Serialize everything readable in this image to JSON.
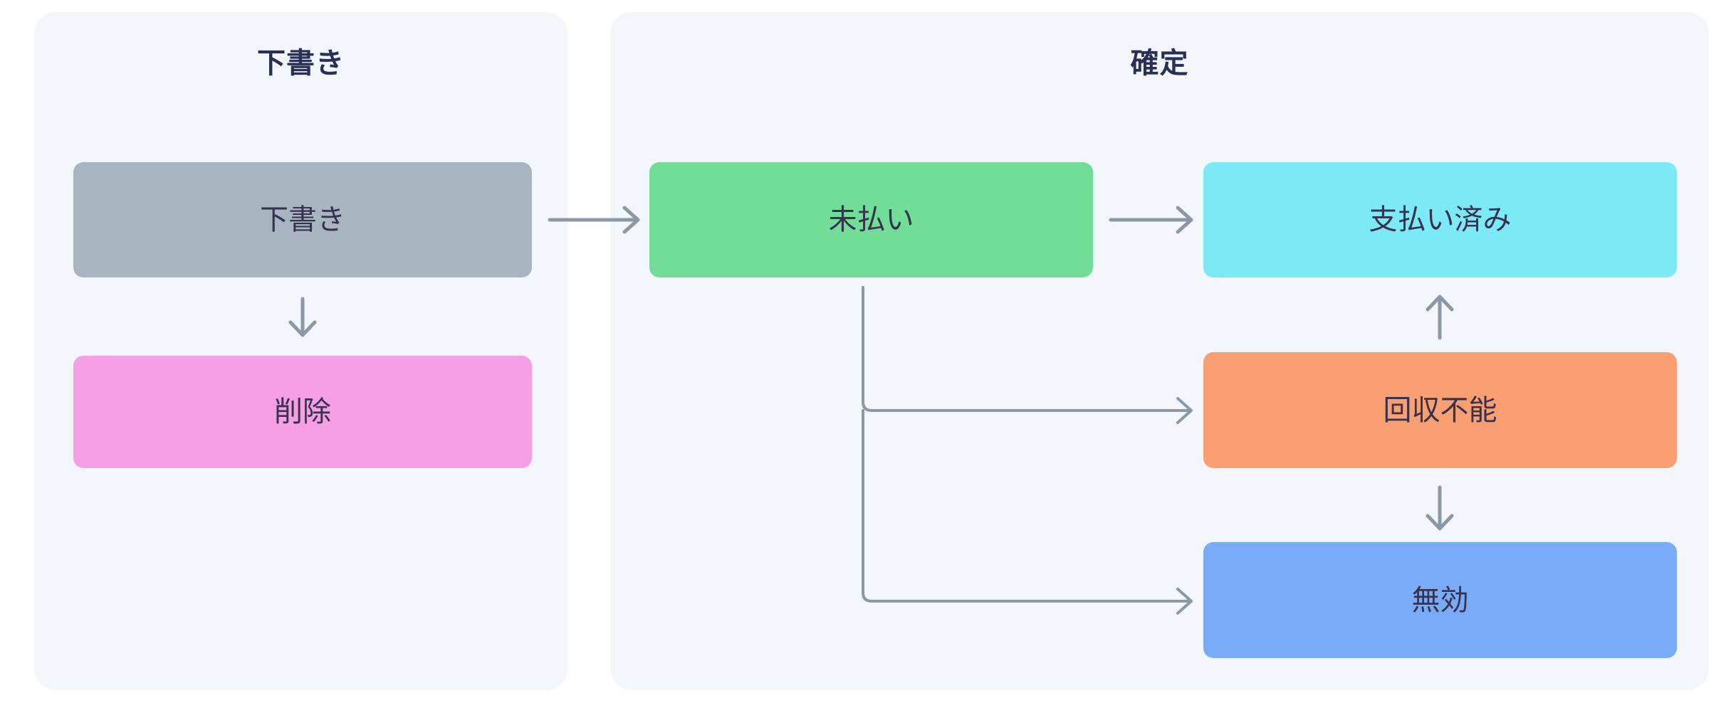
{
  "diagram": {
    "title": "",
    "background_color": "#ffffff",
    "panel_background_color": "#f3f7fb",
    "connector_color": "#8d98a7",
    "text_color": "#37324f",
    "panel_title_color": "#2b2f55",
    "groups": [
      {
        "id": "draft-group",
        "label": "下書き",
        "nodes": [
          {
            "id": "draft",
            "label": "下書き",
            "color": "#a8b4c0"
          },
          {
            "id": "deleted",
            "label": "削除",
            "color": "#f79fe4"
          }
        ]
      },
      {
        "id": "finalized-group",
        "label": "確定",
        "nodes": [
          {
            "id": "unpaid",
            "label": "未払い",
            "color": "#72dd96"
          },
          {
            "id": "paid",
            "label": "支払い済み",
            "color": "#7ce9f7"
          },
          {
            "id": "uncollectible",
            "label": "回収不能",
            "color": "#f99f71"
          },
          {
            "id": "void",
            "label": "無効",
            "color": "#7aabf7"
          }
        ]
      }
    ],
    "edges": [
      {
        "id": "edge-draft-to-deleted",
        "from": "下書き",
        "to": "削除",
        "direction": "down"
      },
      {
        "id": "edge-draft-to-unpaid",
        "from": "下書き",
        "to": "未払い",
        "direction": "right"
      },
      {
        "id": "edge-unpaid-to-paid",
        "from": "未払い",
        "to": "支払い済み",
        "direction": "right"
      },
      {
        "id": "edge-unpaid-to-uncollectible",
        "from": "未払い",
        "to": "回収不能",
        "direction": "elbow-right"
      },
      {
        "id": "edge-unpaid-to-void",
        "from": "未払い",
        "to": "無効",
        "direction": "elbow-right"
      },
      {
        "id": "edge-uncollectible-to-paid",
        "from": "回収不能",
        "to": "支払い済み",
        "direction": "up"
      },
      {
        "id": "edge-uncollectible-to-void",
        "from": "回収不能",
        "to": "無効",
        "direction": "down"
      }
    ]
  }
}
